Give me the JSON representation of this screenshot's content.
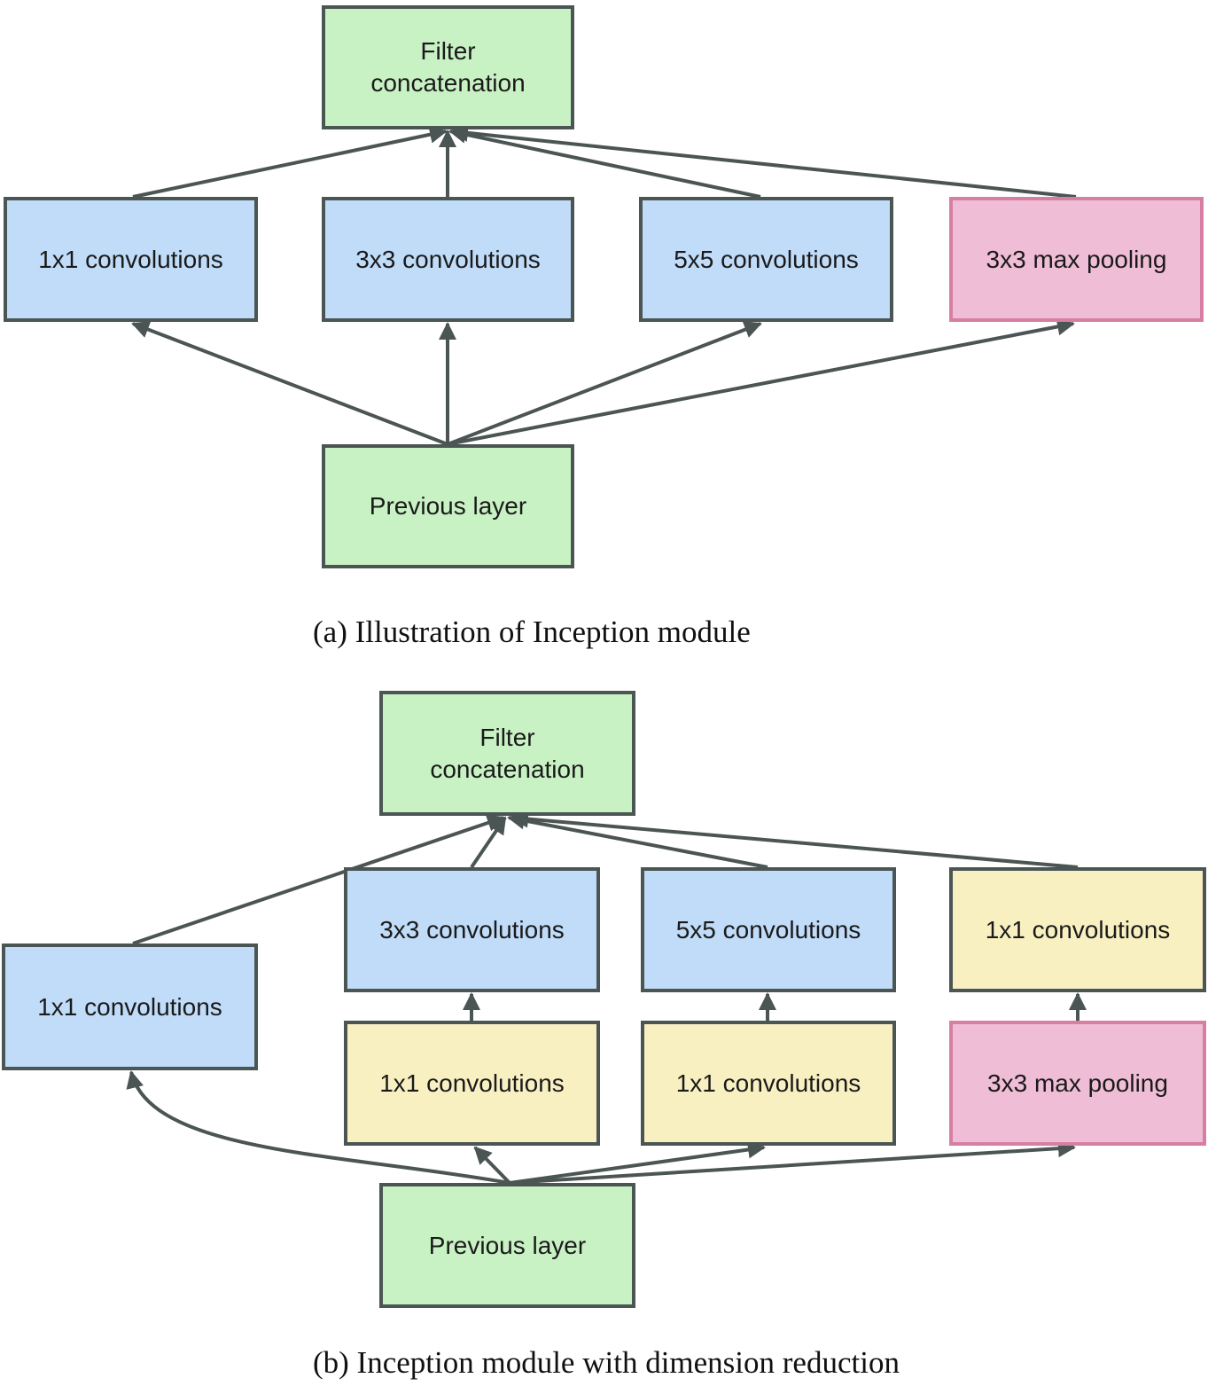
{
  "colors": {
    "concat": "#c9f2c4",
    "conv": "#c0dcf8",
    "reduce": "#f9f0c2",
    "pool": "#efbdd5",
    "pool_border": "#d77fa2",
    "border": "#4b5553",
    "edge": "#4b5553"
  },
  "a": {
    "caption": "(a) Illustration of Inception module",
    "filter_concat": "Filter\nconcatenation",
    "conv1x1": "1x1 convolutions",
    "conv3x3": "3x3 convolutions",
    "conv5x5": "5x5 convolutions",
    "maxpool": "3x3 max pooling",
    "previous": "Previous layer"
  },
  "b": {
    "caption": "(b) Inception module with dimension reduction",
    "filter_concat": "Filter\nconcatenation",
    "conv1x1": "1x1 convolutions",
    "conv3x3": "3x3 convolutions",
    "conv5x5": "5x5 convolutions",
    "reduce3x3": "1x1 convolutions",
    "reduce5x5": "1x1 convolutions",
    "pool_proj": "1x1 convolutions",
    "maxpool": "3x3 max pooling",
    "previous": "Previous layer"
  }
}
